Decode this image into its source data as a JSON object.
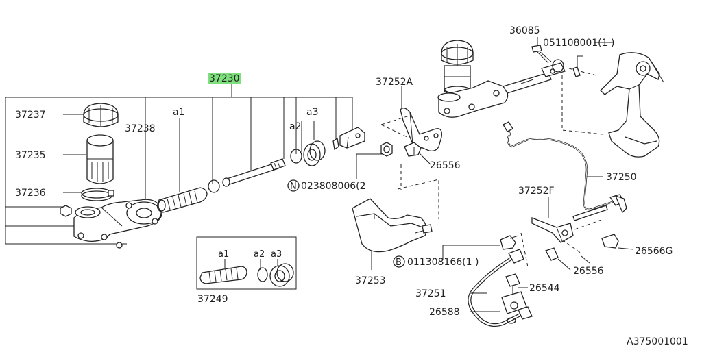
{
  "diagram": {
    "labels": {
      "assembly": "37230",
      "reservoir_cap": "37237",
      "reservoir": "37235",
      "reservoir_band": "37236",
      "master_body": "37238",
      "sub_a1": "a1",
      "sub_a2": "a2",
      "sub_a3": "a3",
      "bracket_a": "37252A",
      "clip_upper": "26556",
      "nut_code": "N",
      "nut_part": "023808006(2",
      "kit": "37249",
      "kit_a1": "a1",
      "kit_a2": "a2",
      "kit_a3": "a3",
      "cover": "37253",
      "pin": "36085",
      "pin_code": "051108001(1 )",
      "pipe": "37250",
      "bracket_f": "37252F",
      "clip_right": "26566G",
      "bolt_code": "B",
      "bolt_part": "011308166(1 )",
      "clip_lower": "26556",
      "hose": "37251",
      "union": "26544",
      "washer": "26588",
      "figure_id": "A375001001"
    },
    "colors": {
      "highlight": "#7de07d",
      "ink": "#222222"
    }
  }
}
